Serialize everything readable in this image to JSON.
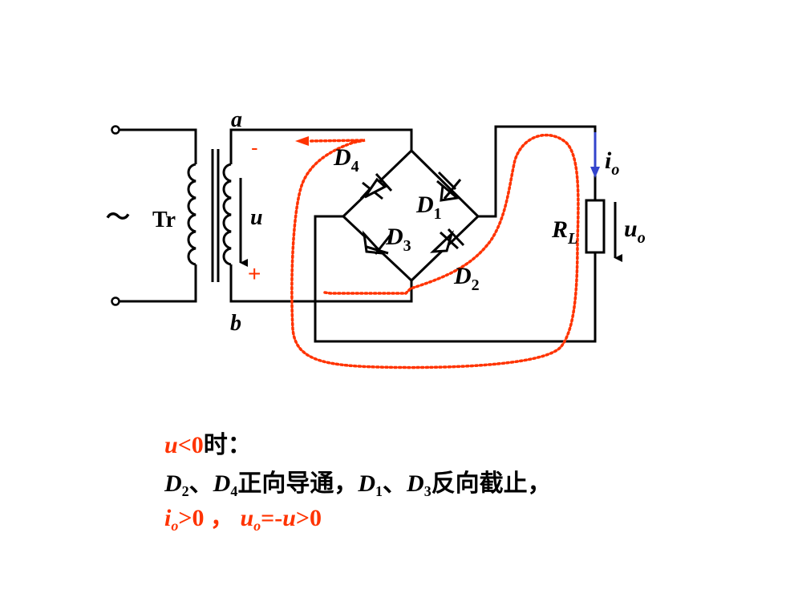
{
  "colors": {
    "wire": "#000000",
    "current_path": "#ff3300",
    "current_arrow": "#3344cc",
    "caption_red": "#ff3300"
  },
  "labels": {
    "source": "～",
    "transformer": "Tr",
    "node_a": "a",
    "node_b": "b",
    "voltage_u": "u",
    "minus": "-",
    "plus": "+",
    "d1": "D",
    "d1_sub": "1",
    "d2": "D",
    "d2_sub": "2",
    "d3": "D",
    "d3_sub": "3",
    "d4": "D",
    "d4_sub": "4",
    "io": "i",
    "io_sub": "o",
    "rl": "R",
    "rl_sub": "L",
    "uo": "u",
    "uo_sub": "o"
  },
  "caption": {
    "l1_var": "u",
    "l1_cond": "<0",
    "l1_text": "时：",
    "l2_d2": "D",
    "l2_d2_sub": "2",
    "l2_sep1": "、",
    "l2_d4": "D",
    "l2_d4_sub": "4",
    "l2_on": "正向导通，",
    "l2_d1": "D",
    "l2_d1_sub": "1",
    "l2_sep2": "、",
    "l2_d3": "D",
    "l2_d3_sub": "3",
    "l2_off": "反向截止，",
    "l3_i": "i",
    "l3_i_sub": "o",
    "l3_cmp": ">0 ， ",
    "l3_u": "u",
    "l3_u_sub": "o",
    "l3_eq": "=-",
    "l3_u2": "u",
    "l3_end": ">0"
  }
}
